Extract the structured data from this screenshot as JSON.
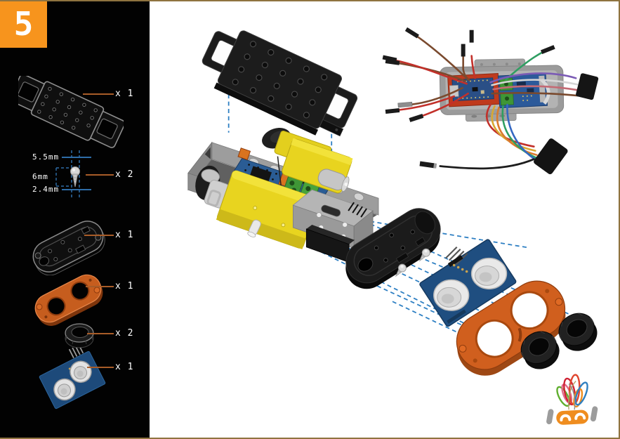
{
  "step_badge": {
    "number": "5"
  },
  "parts_list": [
    {
      "id": "chassis-top-plate",
      "count": "x 1"
    },
    {
      "id": "screw-5.5x6mm",
      "count": "x 2"
    },
    {
      "id": "sensor-holder-black",
      "count": "x 1"
    },
    {
      "id": "sensor-bracket-orange",
      "count": "x 1"
    },
    {
      "id": "sensor-ring",
      "count": "x 2"
    },
    {
      "id": "ultrasonic-sensor",
      "count": "x 1"
    }
  ],
  "screw_dimensions": {
    "head_diameter": "5.5mm",
    "length": "6mm",
    "thread_diameter": "2.4mm"
  },
  "colors": {
    "accent_orange": "#f7941d",
    "page_border": "#8f7340",
    "callout_line": "#a85c28",
    "dimension_blue": "#2e6da8",
    "guide_line_blue": "#2d7fc3",
    "motor_yellow": "#e8d41f",
    "chassis_gray": "#9b9b9b",
    "pcb_blue": "#2a5c94",
    "sensor_pcb_navy": "#1f4e80",
    "terminal_green": "#3f9636",
    "bracket_orange": "#d05f1e",
    "plastic_black": "#1b1b1b",
    "transducer_silver": "#e9e9e9",
    "wire_colors": [
      "#7a4a2e",
      "#c2302a",
      "#2f9e62",
      "#7b5bb5",
      "#d6d6d6",
      "#c46a74",
      "#d9a832",
      "#d97a2e",
      "#3568c2",
      "#1d1d1d"
    ]
  }
}
